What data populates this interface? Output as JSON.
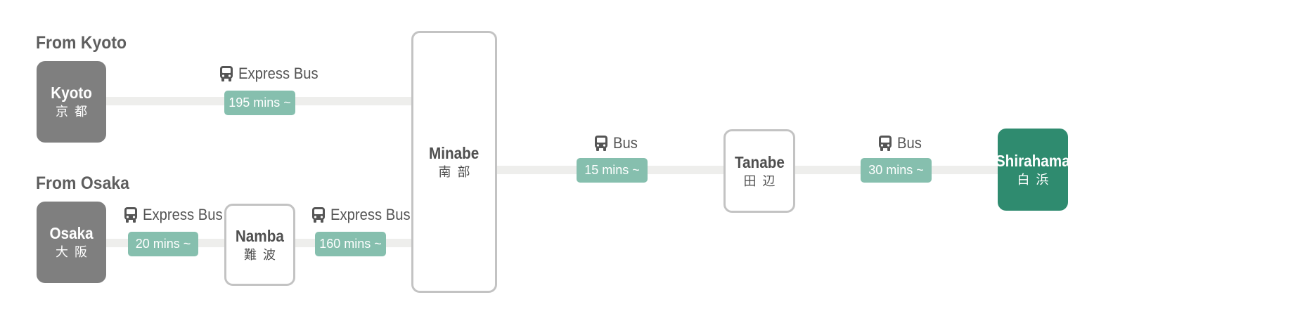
{
  "headings": {
    "kyoto": "From Kyoto",
    "osaka": "From Osaka"
  },
  "stations": {
    "kyoto": {
      "name": "Kyoto",
      "jp": "京都"
    },
    "osaka": {
      "name": "Osaka",
      "jp": "大阪"
    },
    "namba": {
      "name": "Namba",
      "jp": "難波"
    },
    "minabe": {
      "name": "Minabe",
      "jp": "南部"
    },
    "tanabe": {
      "name": "Tanabe",
      "jp": "田辺"
    },
    "shirahama": {
      "name": "Shirahama",
      "jp": "白浜"
    }
  },
  "legs": {
    "kyoto_minabe": {
      "mode": "Express Bus",
      "time": "195 mins ~",
      "icon": "bus-icon"
    },
    "osaka_namba": {
      "mode": "Express Bus",
      "time": "20 mins ~",
      "icon": "bus-icon"
    },
    "namba_minabe": {
      "mode": "Express Bus",
      "time": "160 mins ~",
      "icon": "bus-icon"
    },
    "minabe_tanabe": {
      "mode": "Bus",
      "time": "15 mins ~",
      "icon": "bus-icon"
    },
    "tanabe_shirahama": {
      "mode": "Bus",
      "time": "30 mins ~",
      "icon": "bus-icon"
    }
  },
  "colors": {
    "origin_box": "#7f7f7f",
    "destination_box": "#2f8b6f",
    "time_pill": "#86bfae",
    "route_line": "#eeeeec",
    "outline_border": "#c3c3c3"
  }
}
